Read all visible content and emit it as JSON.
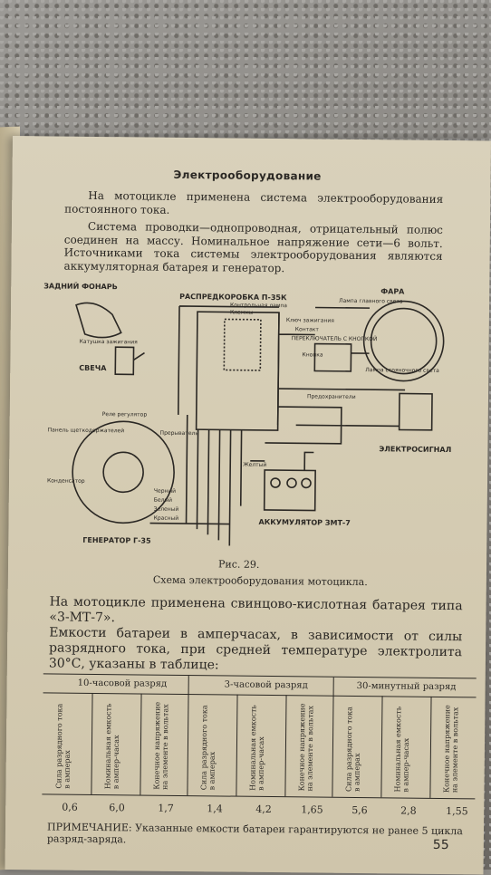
{
  "page": {
    "heading": "Электрооборудование",
    "para1": "На мотоцикле применена система электрооборудования постоянного тока.",
    "para2": "Система проводки—однопроводная, отрицательный полюс соединен на массу. Номинальное напряжение сети—6 вольт. Источниками тока системы электрооборудования являются аккумуляторная батарея и генератор.",
    "figure_number": "Рис. 29.",
    "figure_caption": "Схема электрооборудования мотоцикла.",
    "para3": "На мотоцикле применена свинцово-кислотная батарея типа «3-МТ-7».",
    "para4": "Емкости батареи в амперчасах, в зависимости от силы разрядного тока, при средней температуре электролита 30°С, указаны в таблице:",
    "note": "ПРИМЕЧАНИЕ: Указанные емкости батареи гарантируются не ранее 5 цикла разряд-заряда.",
    "page_number": "55"
  },
  "diagram": {
    "labels": {
      "rear_light": "ЗАДНИЙ ФОНАРЬ",
      "distributor": "РАСПРЕДКОРОБКА П-35К",
      "headlight": "ФАРА",
      "ignition_coil": "Катушка зажигания",
      "spark_plug": "СВЕЧА",
      "relay": "Реле регулятор",
      "breaker": "Прерыватель",
      "condenser": "Конденсатор",
      "brush_plate": "Панель щеткодержателей",
      "generator": "ГЕНЕРАТОР Г-35",
      "battery": "АККУМУЛЯТОР ЗМТ-7",
      "horn": "ЭЛЕКТРОСИГНАЛ",
      "switch": "ПЕРЕКЛЮЧАТЕЛЬ С КНОПКОЙ",
      "button": "Кнопка",
      "fuses": "Предохранители",
      "main_lamp": "Лампа главного света",
      "parking_lamp": "Лампа стояночного света",
      "control_lamp": "Контрольная лампа",
      "terminals": "Клеммы",
      "ignition_key": "Ключ зажигания",
      "contact": "Контакт",
      "wire_colors": [
        "Черный",
        "Белый",
        "Зеленый",
        "Красный",
        "Желтый"
      ]
    }
  },
  "table": {
    "groups": [
      "10-часовой разряд",
      "3-часовой разряд",
      "30-минутный разряд"
    ],
    "columns": [
      "Сила разрядного тока в амперах",
      "Номинальная емкость в ампер-часах",
      "Конечное напряжение на элементе в вольтах"
    ],
    "values": [
      "0,6",
      "6,0",
      "1,7",
      "1,4",
      "4,2",
      "1,65",
      "5,6",
      "2,8",
      "1,55"
    ]
  }
}
